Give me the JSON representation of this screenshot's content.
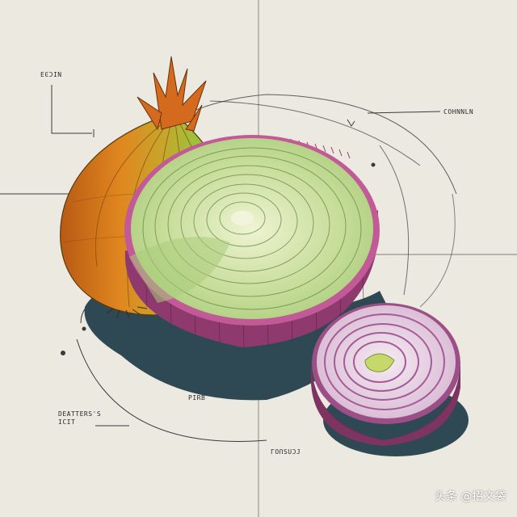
{
  "labels": {
    "top_left": "ΕϾϽΙΝ",
    "top_right": "COHNNLN",
    "bottom_left": "DEATTERS'S\nICIT",
    "middle": "PIRB",
    "bottom": "ΓOՈSUϽJ"
  },
  "watermark": "头条 @招文袋",
  "colors": {
    "background": "#ece9e1",
    "onion_skin": "#d9801e",
    "onion_green": "#9ec23a",
    "flesh": "#c9dca0",
    "purple_rim": "#8e3a6e",
    "ring_purple": "#b87fb0",
    "shadow": "#2f4954",
    "line": "#3a3a3a"
  }
}
